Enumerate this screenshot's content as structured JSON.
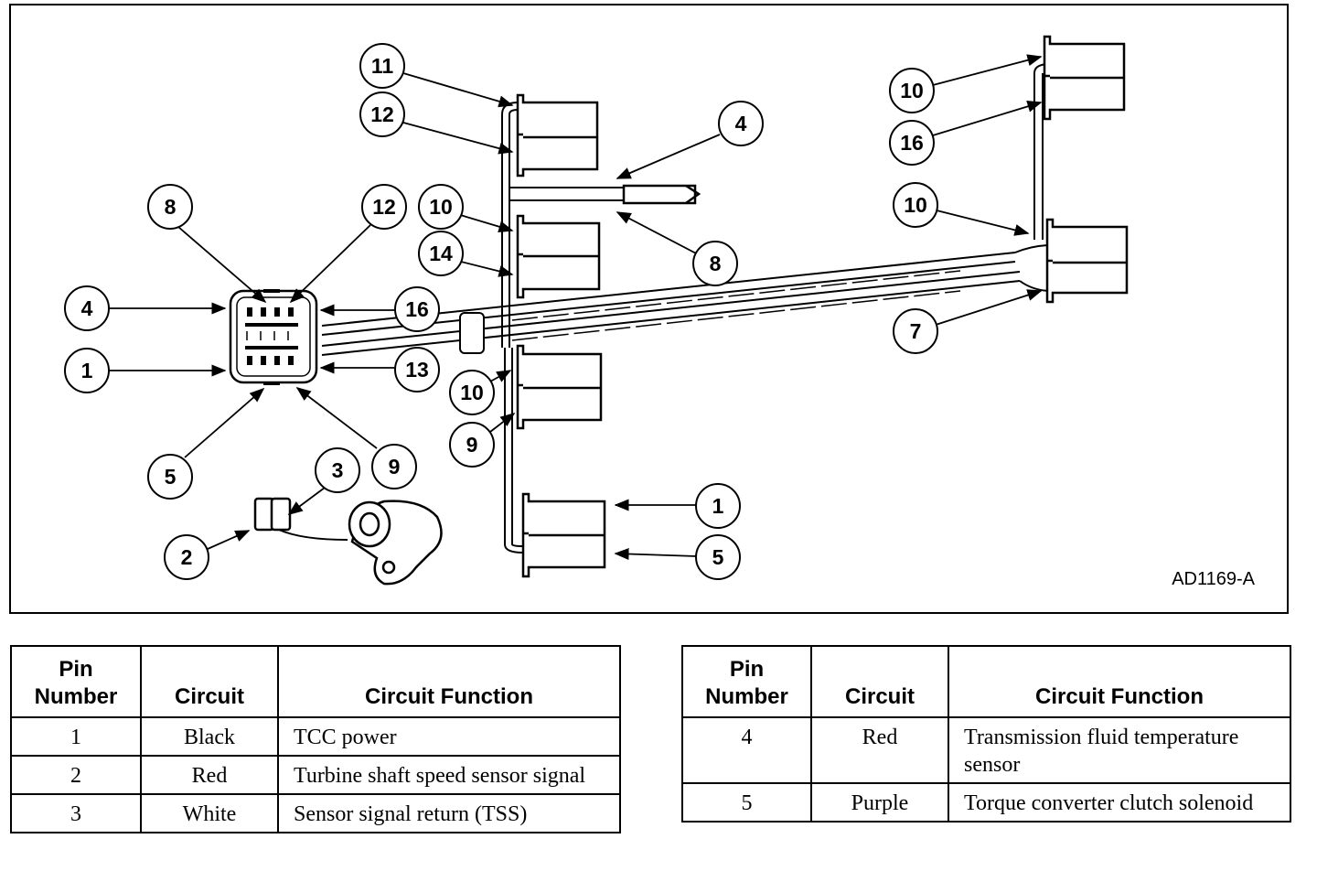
{
  "figure": {
    "reference_code": "AD1169-A",
    "callouts": {
      "c11": "11",
      "c12a": "12",
      "c4a": "4",
      "c10a": "10",
      "c14": "14",
      "c8a": "8",
      "c8b": "8",
      "c12b": "12",
      "c4b": "4",
      "c16a": "16",
      "c1a": "1",
      "c13": "13",
      "c5a": "5",
      "c9a": "9",
      "c3": "3",
      "c2": "2",
      "c10b": "10",
      "c9b": "9",
      "c1b": "1",
      "c5b": "5",
      "c10c": "10",
      "c16b": "16",
      "c10d": "10",
      "c7": "7"
    }
  },
  "tables": {
    "headers": [
      "Pin\nNumber",
      "Circuit",
      "Circuit Function"
    ],
    "left_rows": [
      {
        "pin": "1",
        "circuit": "Black",
        "function": "TCC power"
      },
      {
        "pin": "2",
        "circuit": "Red",
        "function": "Turbine shaft speed sensor signal"
      },
      {
        "pin": "3",
        "circuit": "White",
        "function": "Sensor signal return (TSS)"
      }
    ],
    "right_rows": [
      {
        "pin": "4",
        "circuit": "Red",
        "function": "Transmission fluid temperature sensor"
      },
      {
        "pin": "5",
        "circuit": "Purple",
        "function": "Torque converter clutch solenoid"
      }
    ]
  }
}
